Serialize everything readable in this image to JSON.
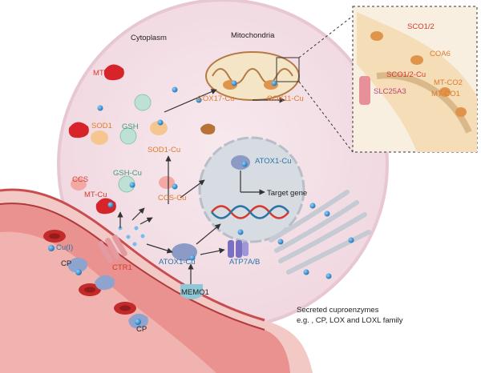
{
  "labels": {
    "cytoplasm": "Cytoplasm",
    "mitochondria": "Mitochondria",
    "mt_top": "MT",
    "sod1": "SOD1",
    "gsh": "GSH",
    "sod1_cu": "SOD1-Cu",
    "gsh_cu": "GSH-Cu",
    "ccs": "CCS",
    "mt_cu": "MT-Cu",
    "ccs_cu": "CCS-Cu",
    "cox17_cu": "COX17-Cu",
    "cox11_cu": "COX11-Cu",
    "atox1_cu_nucleus": "ATOX1-Cu",
    "target_gene": "Target gene",
    "atox1_cu": "ATOX1-Cu",
    "atp7ab": "ATP7A/B",
    "memo1": "MEMO1",
    "ctr1": "CTR1",
    "cu1": "Cu(I)",
    "cp1": "CP",
    "cp2": "CP",
    "secreted_line1": "Secreted cuproenzymes",
    "secreted_line2": "e.g. , CP, LOX and LOXL family",
    "inset_sco12": "SCO1/2",
    "inset_coa6": "COA6",
    "inset_sco12_cu": "SCO1/2-Cu",
    "inset_slc25a3": "SLC25A3",
    "inset_mtco2": "MT-CO2",
    "inset_mtco1": "MT-CO1"
  },
  "colors": {
    "cell_fill": "#f3dfe6",
    "cell_stroke": "#e7c7d3",
    "vessel_fill": "#e98f8f",
    "vessel_wall": "#c94d50",
    "nucleus_fill": "#d7dbe2",
    "mito_fill": "#f4e5c6",
    "mito_stroke": "#b57a45",
    "copper_dot": "#2e8fd1",
    "red_text": "#d63a2f",
    "orange_text": "#e07a2a",
    "blue_text": "#2a74a8"
  }
}
